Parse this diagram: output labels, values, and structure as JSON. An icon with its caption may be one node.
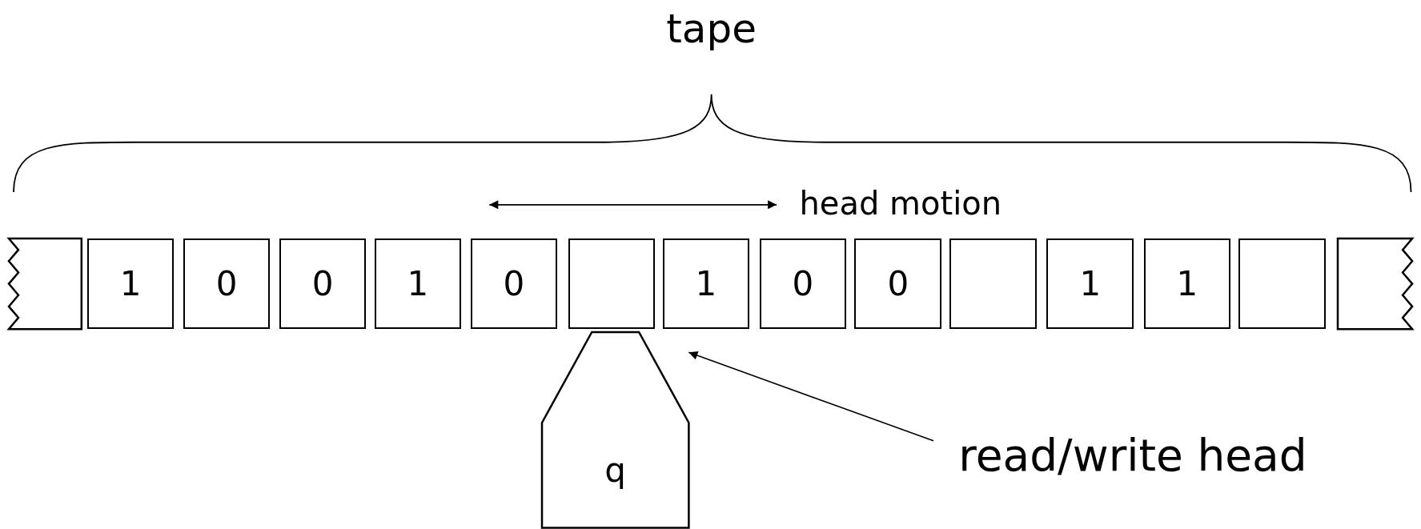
{
  "diagram": {
    "nodes": [
      {
        "text": [],
        "shape": "box"
      },
      {
        "text": [
          "1"
        ]
      },
      {
        "text": [
          "0"
        ]
      },
      {
        "text": [
          "0"
        ]
      },
      {
        "text": [
          "1"
        ]
      },
      {
        "text": [
          "0"
        ]
      },
      {
        "text": [],
        "shape": "box"
      },
      {
        "text": [
          "1"
        ]
      },
      {
        "text": [
          "0"
        ]
      },
      {
        "text": [
          "0"
        ]
      },
      {
        "text": [],
        "shape": "box"
      },
      {
        "text": [
          "1"
        ]
      },
      {
        "text": [
          "1"
        ]
      },
      {
        "text": [],
        "shape": "box"
      },
      {
        "text": [],
        "shape": "box"
      },
      {
        "text": [
          "q"
        ]
      },
      {
        "text": [
          "read/write head"
        ]
      }
    ],
    "edges": [
      {
        "from": 16,
        "to": 15,
        "arrow": "to"
      }
    ],
    "labels": [
      "tape",
      "head motion"
    ]
  }
}
